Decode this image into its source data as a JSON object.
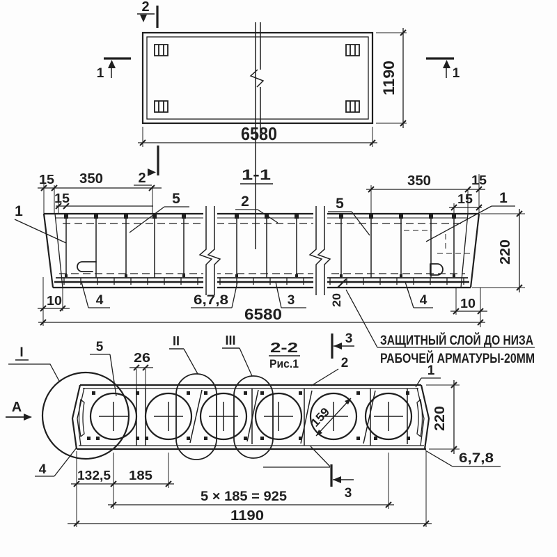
{
  "colors": {
    "ink": "#1f1f1f",
    "paper": "#fdfdfd"
  },
  "plan": {
    "cut2": "2",
    "cut1_left": "1",
    "cut1_right": "1",
    "dim_length": "6580",
    "dim_width": "1190"
  },
  "sec11": {
    "title": "1-1",
    "cut2": "2",
    "dim_15_left": "15",
    "dim_350_left": "350",
    "dim_15_left_inner": "15",
    "dim_350_right": "350",
    "dim_15_right": "15",
    "dim_15_right_inner": "15",
    "label_1_left": "1",
    "label_5_left": "5",
    "label_2": "2",
    "label_5_right": "5",
    "label_1_right": "1",
    "dim_220": "220",
    "dim_10_left": "10",
    "label_4_left": "4",
    "label_678": "6,7,8",
    "label_3": "3",
    "dim_20": "20",
    "label_4_right": "4",
    "dim_10_right": "10",
    "dim_6580": "6580",
    "note_line1": "ЗАЩИТНЫЙ СЛОЙ ДО НИЗА",
    "note_line2": "РАБОЧЕЙ АРМАТУРЫ-20ММ"
  },
  "sec22": {
    "title": "2-2",
    "fig": "Рис.1",
    "detail_I": "I",
    "view_A": "А",
    "label_5": "5",
    "dim_26": "26",
    "detail_II": "II",
    "detail_III": "III",
    "cut3_top": "3",
    "label_2": "2",
    "label_1": "1",
    "dim_core": "159",
    "dim_220": "220",
    "label_678": "6,7,8",
    "label_4": "4",
    "cut3_bottom": "3",
    "dim_132": "132,5",
    "dim_185": "185",
    "dim_925": "5 × 185 = 925",
    "dim_1190": "1190"
  }
}
